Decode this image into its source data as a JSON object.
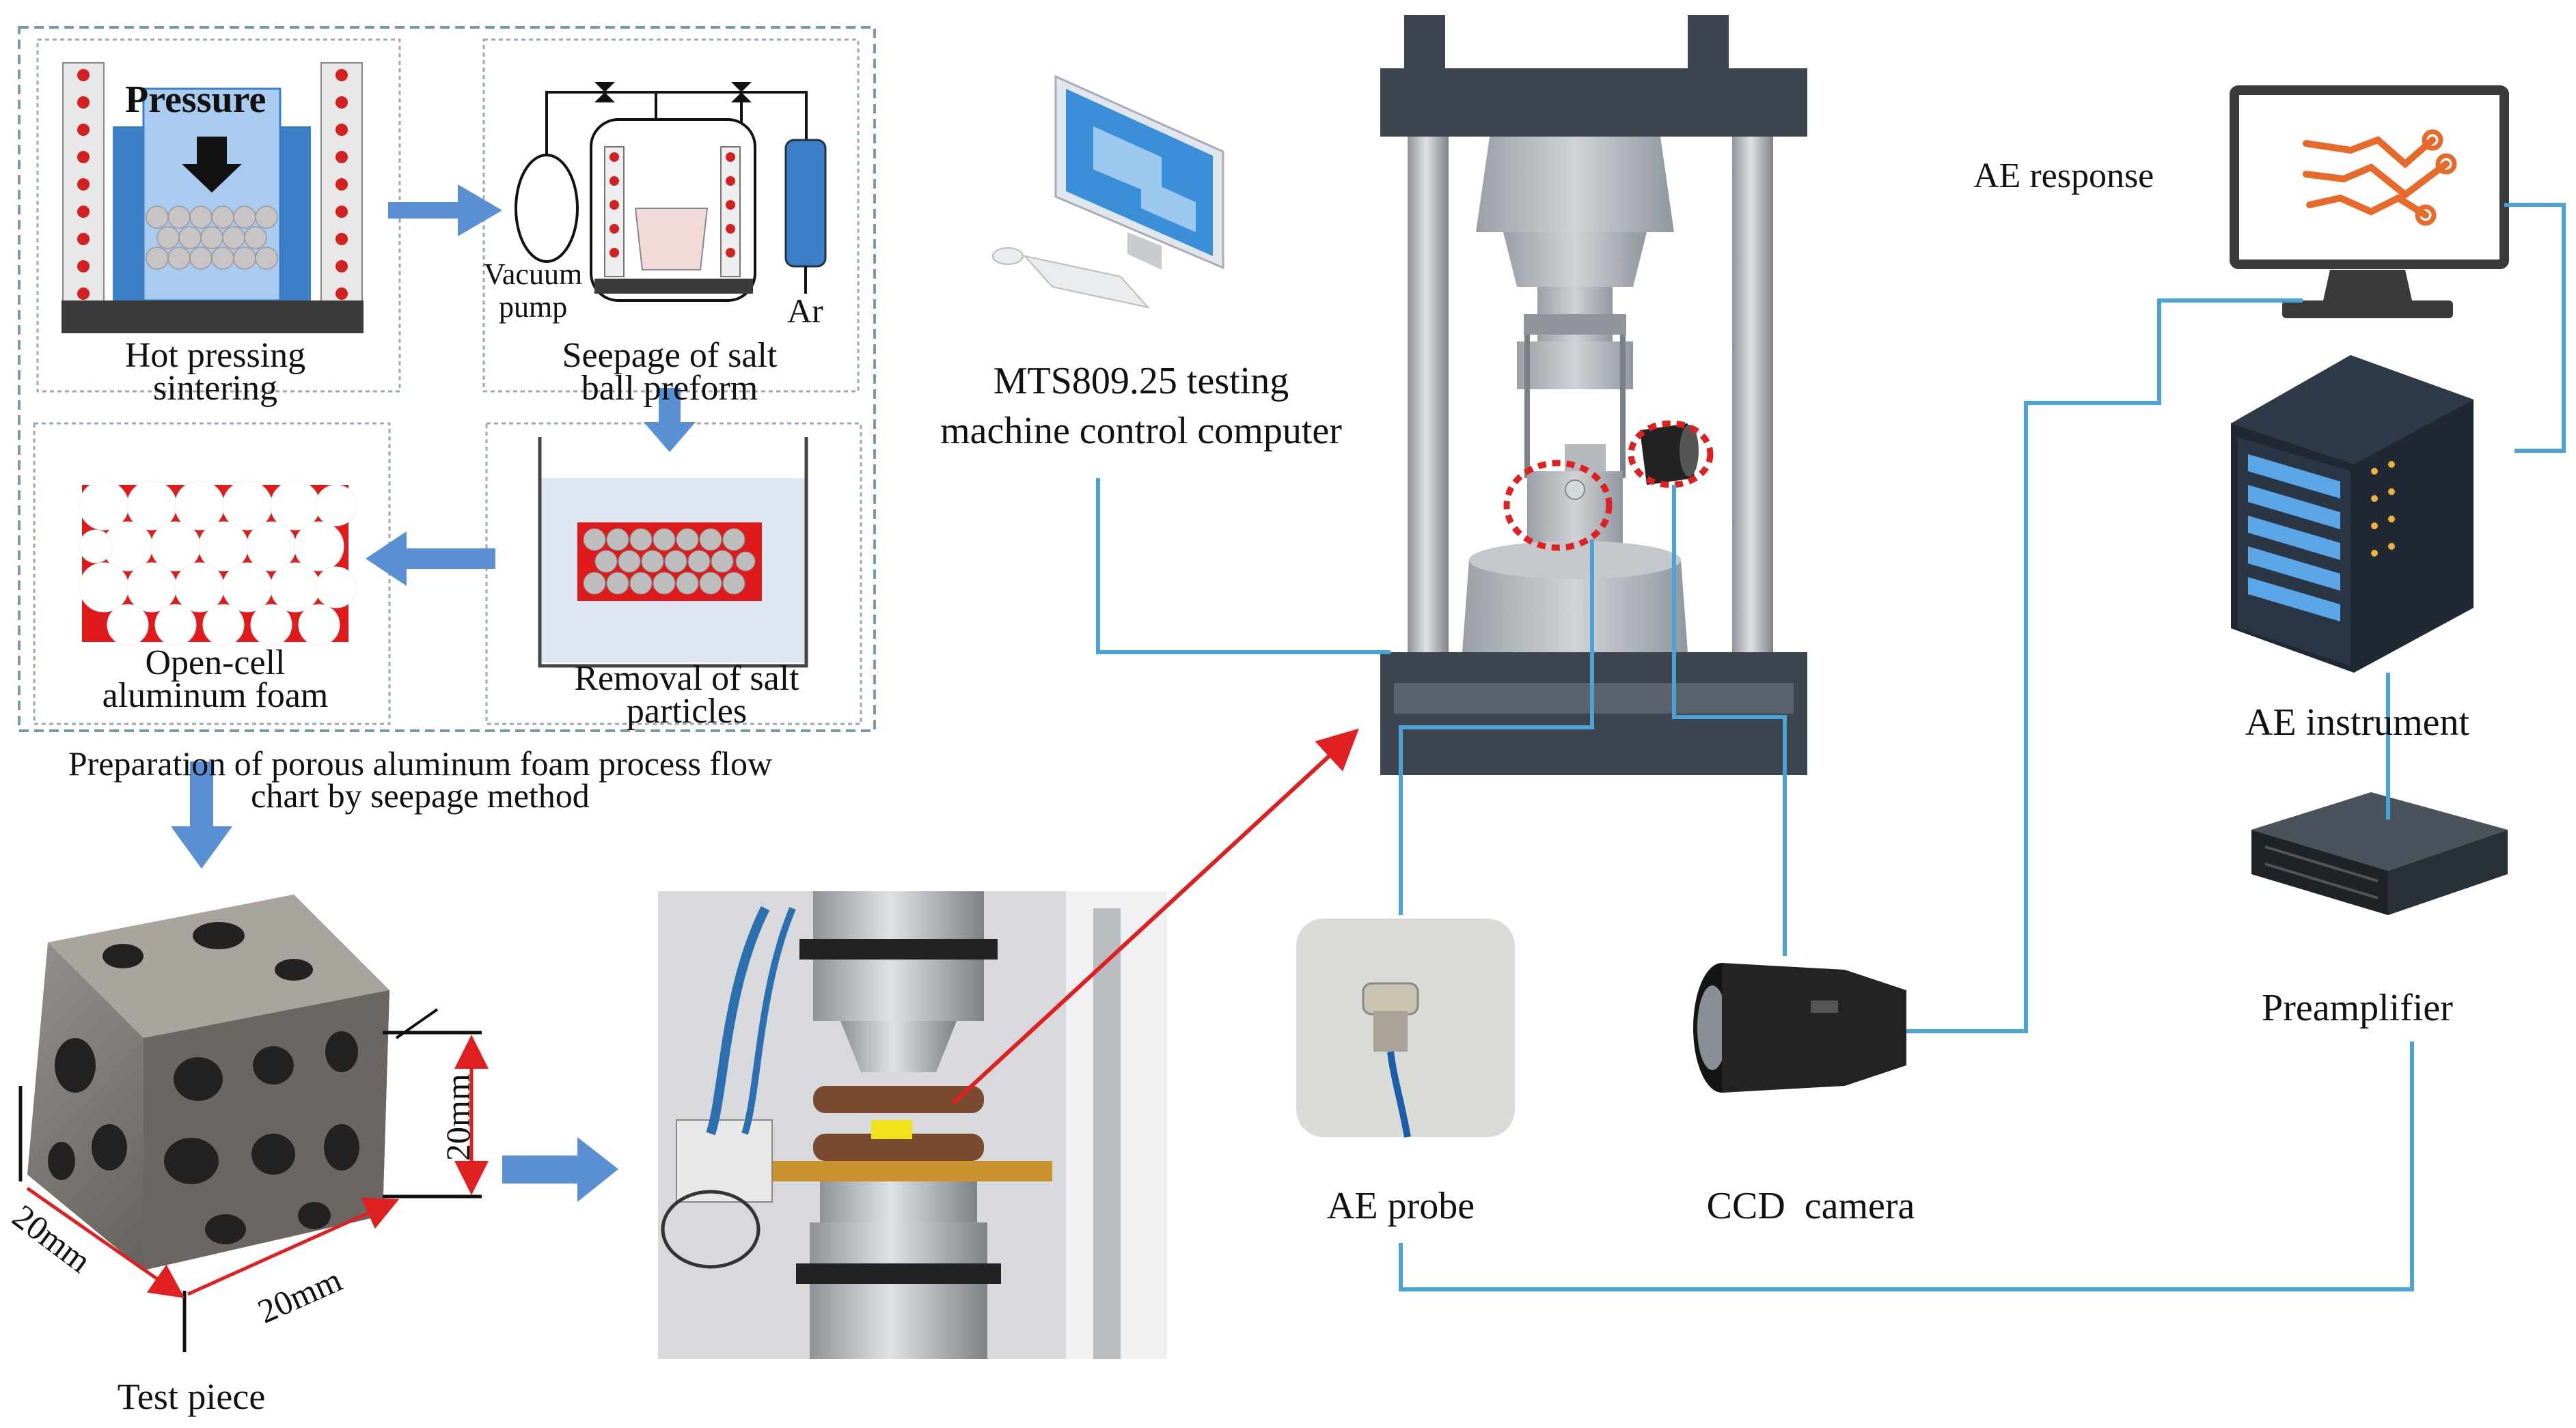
{
  "process": {
    "hot_pressing": {
      "pressure": "Pressure",
      "line1": "Hot pressing",
      "line2": "sintering"
    },
    "seepage": {
      "vacuum1": "Vacuum",
      "vacuum2": "pump",
      "ar": "Ar",
      "line1": "Seepage of salt",
      "line2": "ball preform"
    },
    "removal": {
      "line1": "Removal of salt",
      "line2": "particles"
    },
    "open_cell": {
      "line1": "Open-cell",
      "line2": "aluminum foam"
    },
    "caption1": "Preparation of porous aluminum foam process flow",
    "caption2": "chart by seepage method"
  },
  "specimen": {
    "label": "Test piece",
    "dim_height": "20mm",
    "dim_left": "20mm",
    "dim_right": "20mm"
  },
  "control": {
    "line1": "MTS809.25 testing",
    "line2": "machine control computer"
  },
  "ae": {
    "response": "AE response",
    "instrument": "AE instrument",
    "preamplifier": "Preamplifier",
    "probe": "AE probe",
    "camera": "CCD  camera"
  },
  "colors": {
    "line_blue": "#4aa3d6",
    "arrow_blue": "#5b8fd3",
    "red": "#e02020",
    "machine_dark": "#3c4550",
    "steel": "#a9adb2"
  }
}
